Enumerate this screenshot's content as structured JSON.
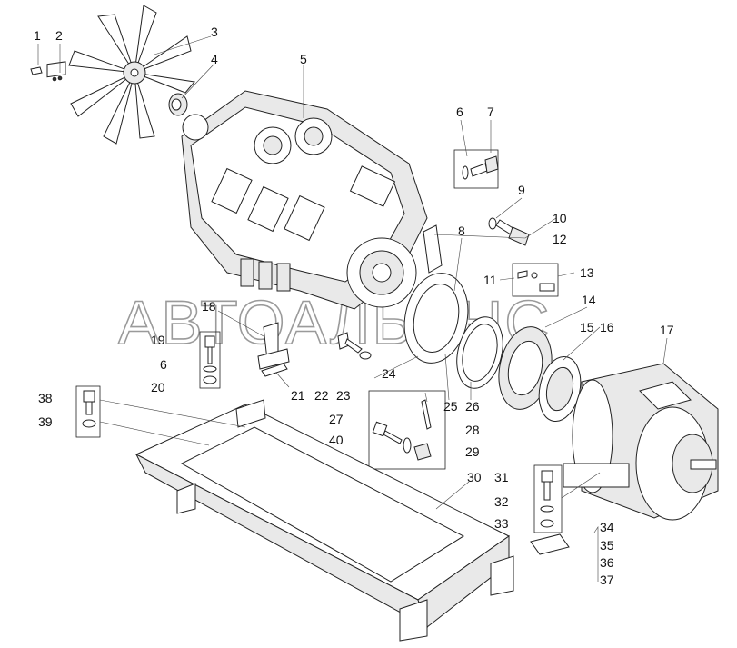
{
  "watermark": "АВТОАЛЬЯНС",
  "callouts": {
    "c1": "1",
    "c2": "2",
    "c3": "3",
    "c4": "4",
    "c5": "5",
    "c6": "6",
    "c7": "7",
    "c8": "8",
    "c9": "9",
    "c10": "10",
    "c11": "11",
    "c12": "12",
    "c13": "13",
    "c14": "14",
    "c15": "15",
    "c16": "16",
    "c17": "17",
    "c18": "18",
    "c19": "19",
    "c6b": "6",
    "c20": "20",
    "c21": "21",
    "c22": "22",
    "c23": "23",
    "c24": "24",
    "c25": "25",
    "c26": "26",
    "c27": "27",
    "c28": "28",
    "c29": "29",
    "c30": "30",
    "c31": "31",
    "c32": "32",
    "c33": "33",
    "c34": "34",
    "c35": "35",
    "c36": "36",
    "c37": "37",
    "c38": "38",
    "c39": "39",
    "c40": "40"
  }
}
